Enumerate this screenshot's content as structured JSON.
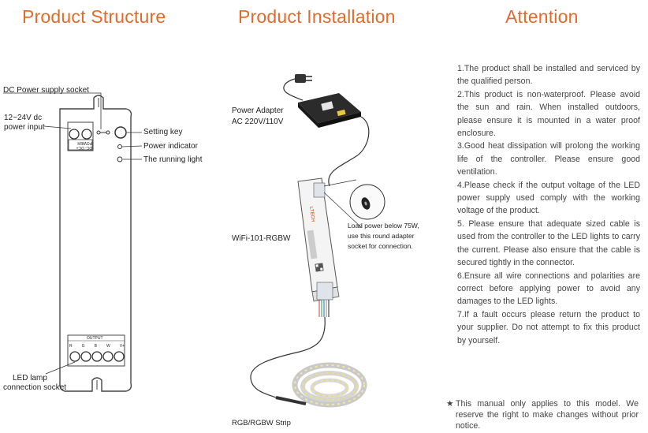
{
  "headings": {
    "structure": "Product Structure",
    "installation": "Product Installation",
    "attention": "Attention"
  },
  "structure": {
    "dc_socket": "DC Power supply socket",
    "input_line1": "12~24V dc",
    "input_line2": "power input",
    "setting_key": "Setting key",
    "power_indicator": "Power indicator",
    "running_light": "The running light",
    "lamp_line1": "LED lamp",
    "lamp_line2": "connection socket",
    "power_tag": "POWER",
    "power_pins": "DC-  DC+",
    "output_tag": "OUTPUT",
    "output_pins": [
      "R",
      "G",
      "B",
      "W",
      "V+"
    ]
  },
  "installation": {
    "adapter_line1": "Power Adapter",
    "adapter_line2": "AC 220V/110V",
    "controller_model": "WiFi-101-RGBW",
    "load_line1": "Load power below 75W,",
    "load_line2": "use this round adapter",
    "load_line3": "socket for connection.",
    "strip": "RGB/RGBW Strip",
    "brand": "LTECH"
  },
  "attention": [
    "1.The product shall be installed and serviced by the qualified person.",
    "2.This product is non-waterproof. Please avoid the sun and rain. When installed outdoors, please ensure it is mounted in a water proof enclosure.",
    "3.Good heat dissipation will prolong the working life of the controller. Please ensure good ventilation.",
    "4.Please check if the output voltage of the LED power supply used comply with the working voltage of the product.",
    "5. Please ensure that adequate sized cable is used from the controller to the LED lights to carry the current. Please also ensure that the cable is secured tightly in the connector.",
    "6.Ensure all wire connections and polarities are correct before applying power to avoid any damages to the LED lights.",
    "7.If a fault occurs please return the product to your supplier. Do not attempt to fix this product by yourself."
  ],
  "footnote": {
    "symbol": "★",
    "text": "This manual only applies to this model. We reserve the right to make changes without prior notice."
  },
  "colors": {
    "heading": "#e26a2c",
    "body_text": "#444444",
    "outline": "#333333"
  }
}
